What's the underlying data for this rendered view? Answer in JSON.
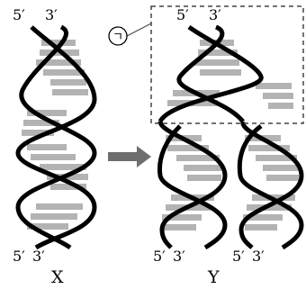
{
  "panels": {
    "x": {
      "caption": "X",
      "top_labels": [
        "5′",
        "3′"
      ],
      "bottom_labels": [
        "5′",
        "3′"
      ]
    },
    "y": {
      "caption": "Y",
      "top_labels": [
        "5′",
        "3′"
      ],
      "bottom_left_labels": [
        "5′",
        "3′"
      ],
      "bottom_right_labels": [
        "5′",
        "3′"
      ]
    }
  },
  "region_marker": "ㄱ",
  "colors": {
    "strand": "#000000",
    "base_pair": "#b3b3b3",
    "arrow": "#6e6e6e",
    "box": "#444444"
  }
}
